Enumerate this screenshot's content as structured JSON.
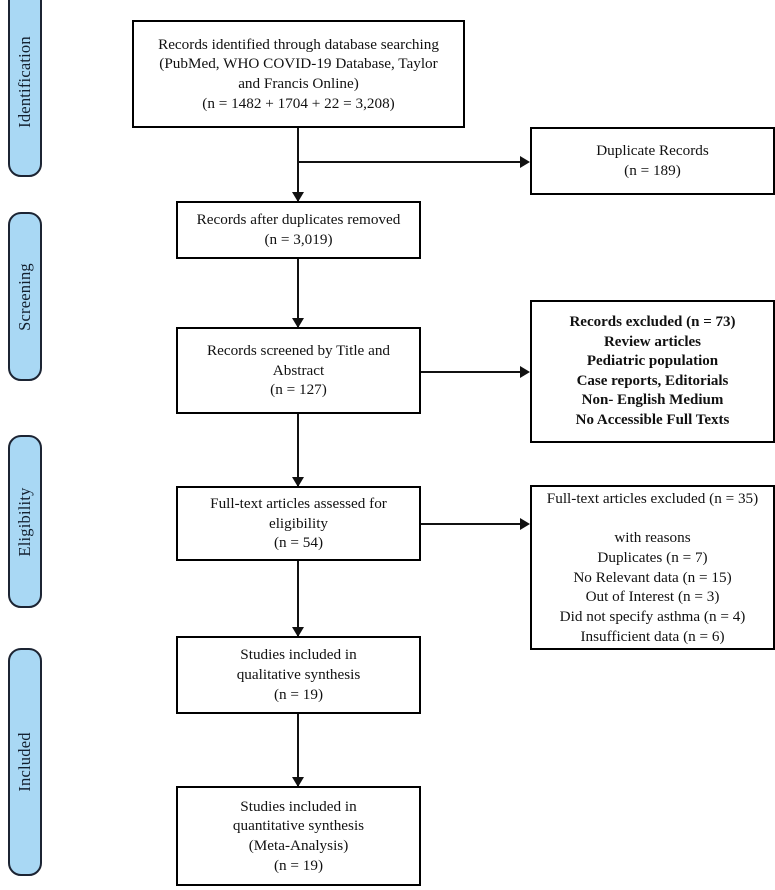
{
  "diagram": {
    "type": "prisma-flow-diagram",
    "title": "PRISMA study selection flow diagram",
    "accent_color": "#a9d8f4",
    "border_color": "#1c2433",
    "box_border_color": "#000000",
    "background_color": "#ffffff"
  },
  "phases": [
    {
      "id": "identification",
      "label": "Identification"
    },
    {
      "id": "screening",
      "label": "Screening"
    },
    {
      "id": "eligibility",
      "label": "Eligibility"
    },
    {
      "id": "included",
      "label": "Included"
    }
  ],
  "flow": {
    "records_identified": {
      "text": "Records identified through database searching\n(PubMed, WHO COVID-19 Database, Taylor\nand Francis Online)\n(n = 1482 + 1704 + 22 = 3,208)",
      "n_total": 3208,
      "sources": [
        {
          "name": "PubMed",
          "n": 1482
        },
        {
          "name": "WHO COVID-19 Database",
          "n": 1704
        },
        {
          "name": "Taylor and Francis Online",
          "n": 22
        }
      ]
    },
    "duplicate_records": {
      "text": "Duplicate Records\n(n = 189)",
      "n": 189
    },
    "records_after_duplicates": {
      "text": "Records after duplicates removed\n(n = 3,019)",
      "n": 3019
    },
    "records_screened": {
      "text": "Records screened by Title and\nAbstract\n(n = 127)",
      "n": 127
    },
    "records_excluded": {
      "text": "Records excluded (n = 73)\nReview articles\nPediatric population\nCase reports, Editorials\nNon- English Medium\nNo Accessible Full Texts",
      "n": 73,
      "reasons": [
        "Review articles",
        "Pediatric population",
        "Case reports, Editorials",
        "Non- English Medium",
        "No Accessible Full Texts"
      ]
    },
    "fulltext_assessed": {
      "text": "Full-text articles assessed for\neligibility\n(n = 54)",
      "n": 54
    },
    "fulltext_excluded": {
      "text": "Full-text articles excluded (n = 35)\n\nwith reasons\nDuplicates (n = 7)\nNo Relevant data (n = 15)\nOut of Interest (n = 3)\nDid not specify asthma (n = 4)\nInsufficient data (n = 6)",
      "n": 35,
      "reasons": [
        {
          "label": "Duplicates",
          "n": 7
        },
        {
          "label": "No Relevant data",
          "n": 15
        },
        {
          "label": "Out of Interest",
          "n": 3
        },
        {
          "label": "Did not specify asthma",
          "n": 4
        },
        {
          "label": "Insufficient data",
          "n": 6
        }
      ]
    },
    "qualitative_synthesis": {
      "text": "Studies included in\nqualitative synthesis\n(n = 19)",
      "n": 19
    },
    "quantitative_synthesis": {
      "text": "Studies included in\nquantitative synthesis\n(Meta-Analysis)\n(n = 19)",
      "n": 19
    }
  }
}
